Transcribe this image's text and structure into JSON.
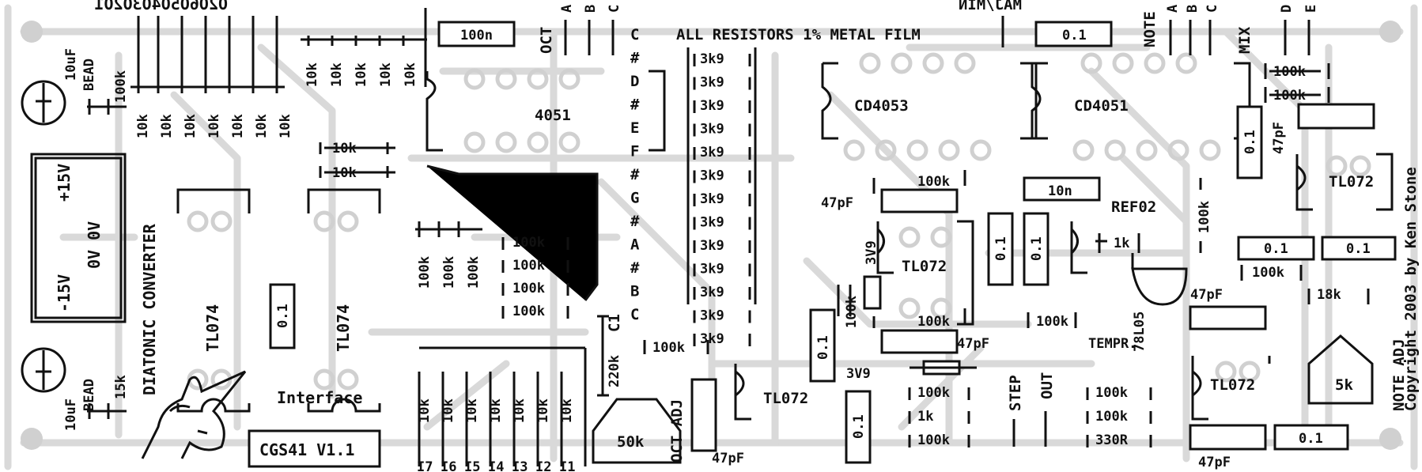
{
  "board": {
    "title": "DIATONIC CONVERTER",
    "version": "CGS41 V1.1",
    "copyright": "Copyright 2003 by Ken Stone",
    "note_all_resistors": "ALL RESISTORS 1% METAL FILM",
    "interface_label": "Interface"
  },
  "power": {
    "plus15": "+15V",
    "zero": "0V 0V",
    "minus15": "-15V",
    "cap_top": "10uF",
    "cap_bottom": "10uF",
    "bead_top": "BEAD",
    "bead_bottom": "BEAD",
    "r_top": "100k",
    "r_bottom": "15k"
  },
  "left_section": {
    "mirrored_label": "O2O6O5O4O3O2O1",
    "resistors_vertical": [
      "10k",
      "10k",
      "10k",
      "10k",
      "10k",
      "10k",
      "10k"
    ],
    "resistors_top": [
      "10k",
      "10k",
      "10k",
      "10k",
      "10k"
    ],
    "small_res": [
      "10k",
      "10k"
    ],
    "ic1": "TL074",
    "ic2": "TL074",
    "cap_01": "0.1"
  },
  "mid_left": {
    "cap_100n": "100n",
    "ic_4051": "4051",
    "oct_label": "OCT",
    "abc": [
      "A",
      "B",
      "C"
    ],
    "res_vertical": [
      "100k",
      "100k",
      "100k"
    ],
    "res_horizontal": [
      "100k",
      "100k",
      "100k",
      "100k"
    ],
    "inputs_res": [
      "10k",
      "10k",
      "10k",
      "10k",
      "10k",
      "10k",
      "10k"
    ],
    "inputs": [
      "I7",
      "I6",
      "I5",
      "I4",
      "I3",
      "I2",
      "I1"
    ],
    "c1": "C1",
    "r220k": "220k",
    "r100k_bottom": "100k"
  },
  "notes": {
    "labels": [
      "C",
      "#",
      "D",
      "#",
      "E",
      "F",
      "#",
      "G",
      "#",
      "A",
      "#",
      "B",
      "C"
    ],
    "resistors": [
      "3k9",
      "3k9",
      "3k9",
      "3k9",
      "3k9",
      "3k9",
      "3k9",
      "3k9",
      "3k9",
      "3k9",
      "3k9",
      "3k9",
      "3k9"
    ]
  },
  "mid": {
    "maj_min": "MAJ/MIN",
    "cap_01_top": "0.1",
    "ic_cd4053": "CD4053",
    "ic_cd4051": "CD4051",
    "r100k_a": "100k",
    "cap_47pf_a": "47pF",
    "zener_a": "3V9",
    "ic_tl072_a": "TL072",
    "r100k_b": "100k",
    "cap_01_v": "0.1",
    "r100k_c": "100k",
    "cap_47pf_b": "47pF",
    "zener_b": "3V9",
    "cap_01_v2": "0.1",
    "cap_10n": "10n",
    "ref": "REF02",
    "r1k_ref": "1k",
    "reg": "78L05",
    "tempr": "TEMPR.",
    "cap_01_a": "0.1",
    "cap_01_b": "0.1",
    "r100k_d": "100k",
    "oct_adj": "OCT ADJ",
    "pot_50k": "50k",
    "ic_tl072_b": "TL072",
    "cap_47pf_c": "47pF",
    "res_col": [
      "100k",
      "1k",
      "100k"
    ],
    "step": "STEP",
    "out": "OUT",
    "res_col2": [
      "100k",
      "100k",
      "330R"
    ],
    "r100k_e": "100k"
  },
  "right": {
    "note_label": "NOTE",
    "abc": [
      "A",
      "B",
      "C"
    ],
    "mix": "MIX",
    "de": [
      "D",
      "E"
    ],
    "r100k_a": "100k",
    "r100k_b": "100k",
    "cap_01_v": "0.1",
    "cap_47pf_a": "47pF",
    "ic_tl072_a": "TL072",
    "cap_01_a": "0.1",
    "cap_01_b": "0.1",
    "r100k_c": "100k",
    "cap_47pf_b": "47pF",
    "r18k": "18k",
    "ic_tl072_b": "TL072",
    "pot_5k": "5k",
    "note_adj": "NOTE ADJ",
    "cap_47pf_c": "47pF",
    "cap_01_c": "0.1"
  }
}
